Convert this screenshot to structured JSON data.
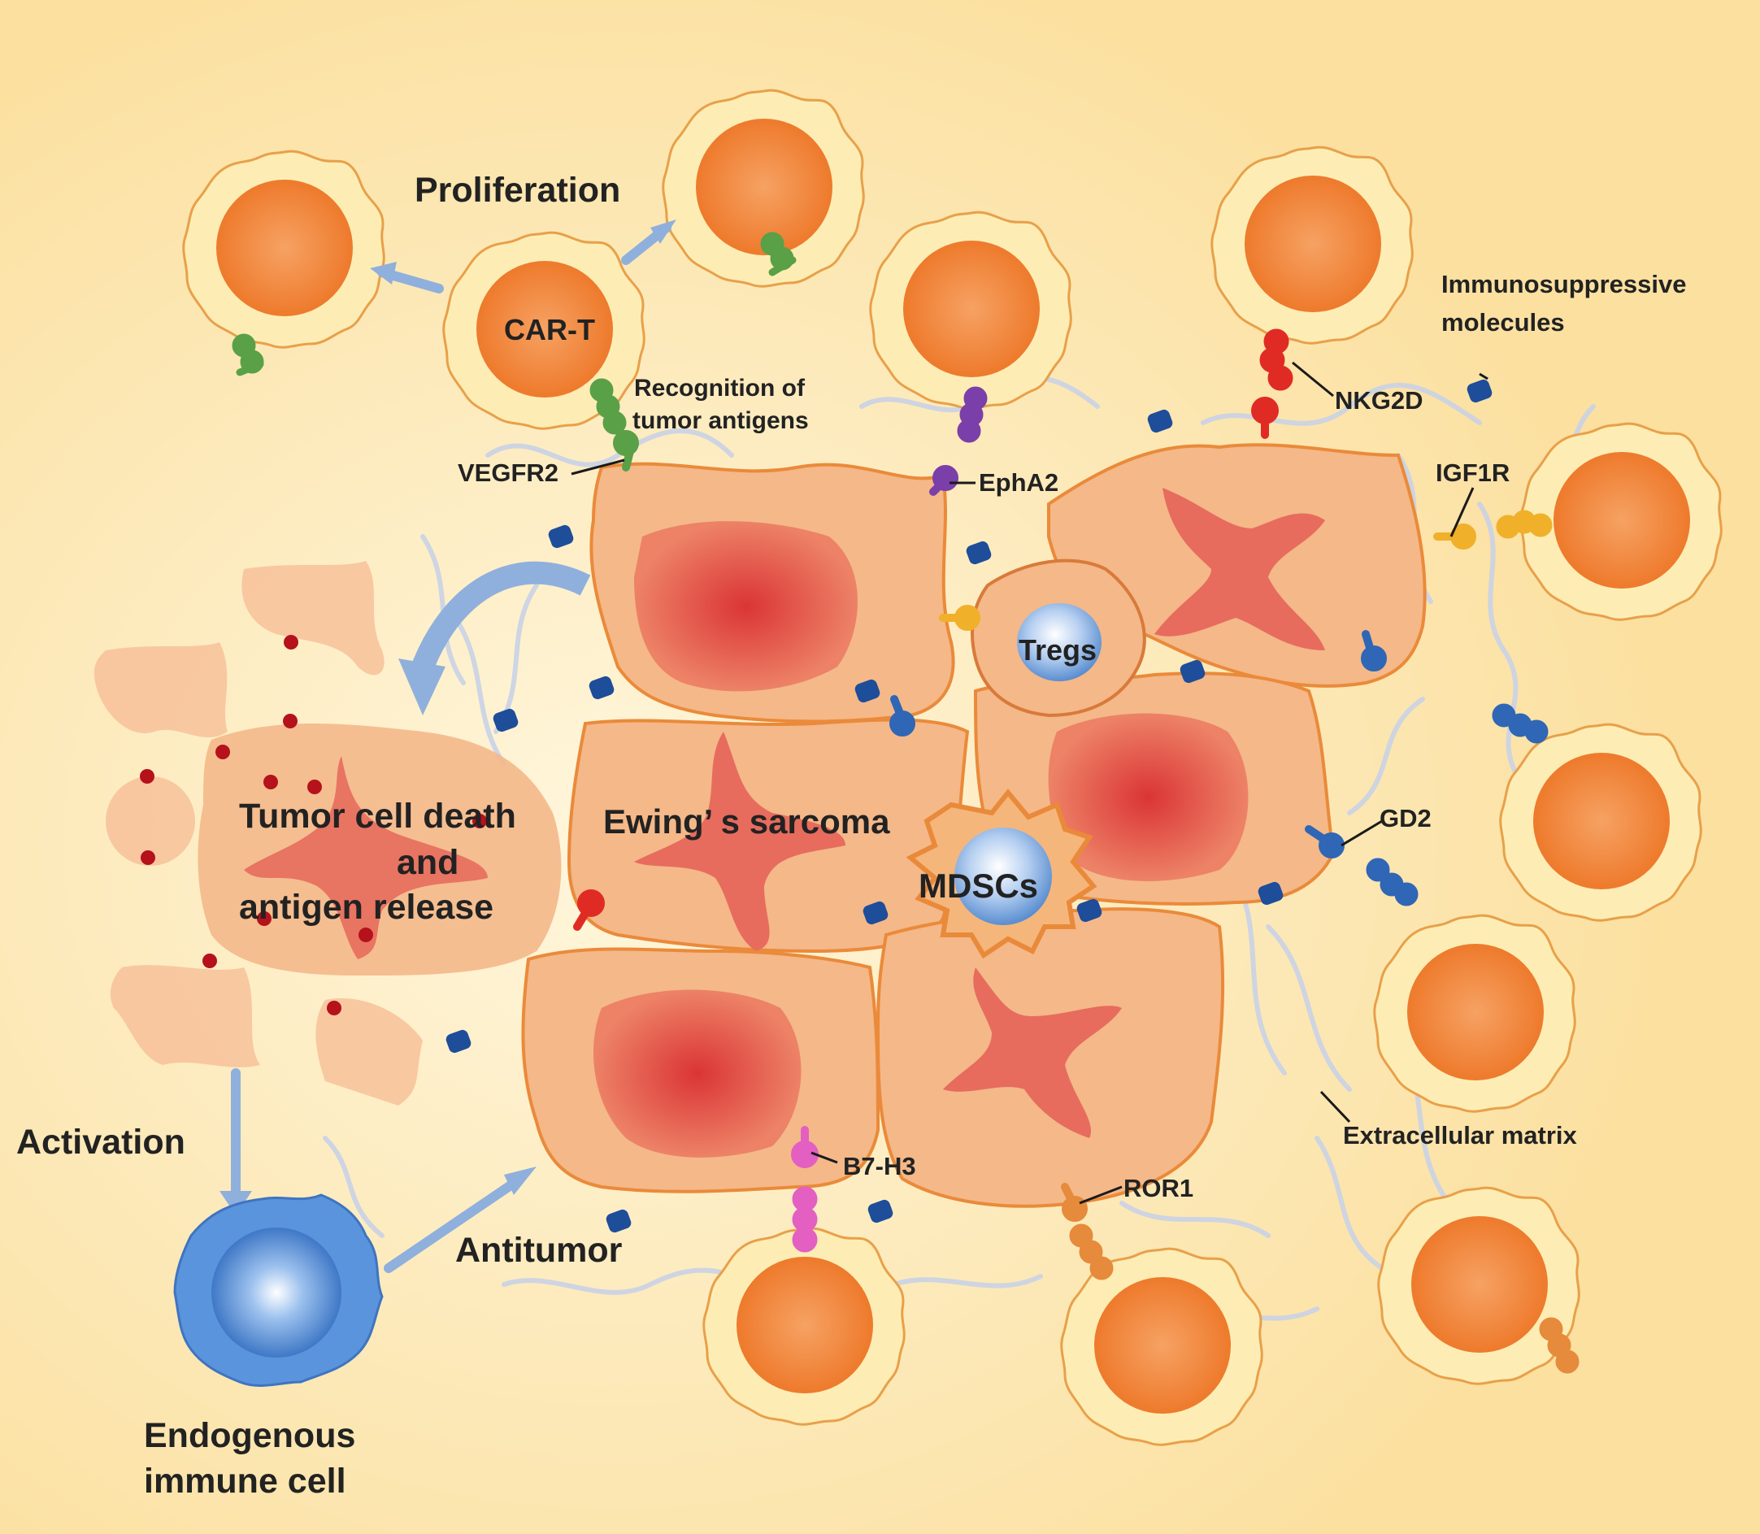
{
  "labels": {
    "proliferation": "Proliferation",
    "car_t": "CAR-T",
    "recognition": [
      "Recognition of",
      "tumor antigens"
    ],
    "immunosuppressive": [
      "Immunosuppressive",
      "molecules"
    ],
    "nkg2d": "NKG2D",
    "vegfr2": "VEGFR2",
    "epha2": "EphA2",
    "igf1r": "IGF1R",
    "tregs": "Tregs",
    "tumor_death": [
      "Tumor cell death",
      "and",
      "antigen release"
    ],
    "ewing": "Ewing’ s sarcoma",
    "mdscs": "MDSCs",
    "gd2": "GD2",
    "activation": "Activation",
    "extracellular_matrix": "Extracellular matrix",
    "b7h3": "B7-H3",
    "ror1": "ROR1",
    "antitumor": "Antitumor",
    "endogenous": [
      "Endogenous",
      "immune cell"
    ]
  },
  "colors": {
    "background": "#fbe2a6",
    "tumor_cell": "#f4b889",
    "tumor_nucleus": "#e0594f",
    "car_t_outer": "#fdebad",
    "car_t_inner": "#f08a3a",
    "vegfr2": "#5aa046",
    "epha2": "#7a3fa8",
    "nkg2d": "#e02b24",
    "igf1r": "#f0b02a",
    "gd2": "#2f66b6",
    "b7h3": "#e35fc2",
    "ror1": "#e68a3c",
    "immunosuppressive": "#1e4d9a",
    "arrow": "#8fb0dc",
    "endogenous_cell": "#4a86d4"
  }
}
